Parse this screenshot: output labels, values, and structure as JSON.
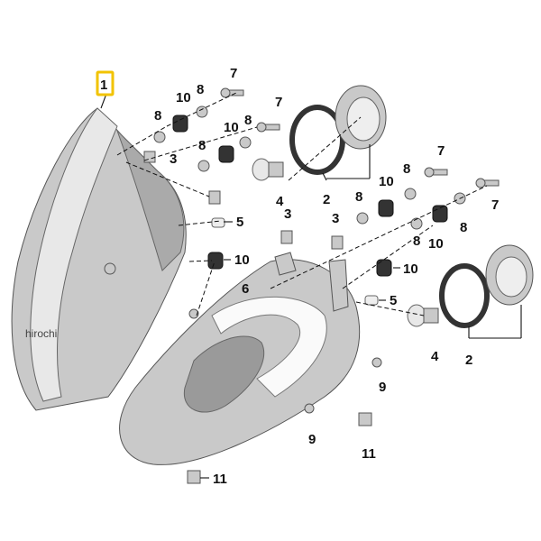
{
  "diagram": {
    "watermark": "hirochi",
    "highlighted_callout": "1",
    "highlight_color": "#f2c300",
    "callouts": [
      {
        "id": "c1",
        "label": "1"
      },
      {
        "id": "c7a",
        "label": "7"
      },
      {
        "id": "c10a",
        "label": "10"
      },
      {
        "id": "c8a",
        "label": "8"
      },
      {
        "id": "c7b",
        "label": "7"
      },
      {
        "id": "c8b",
        "label": "8"
      },
      {
        "id": "c10b",
        "label": "10"
      },
      {
        "id": "c8c",
        "label": "8"
      },
      {
        "id": "c3a",
        "label": "3"
      },
      {
        "id": "c8d",
        "label": "8"
      },
      {
        "id": "c4a",
        "label": "4"
      },
      {
        "id": "c2a",
        "label": "2"
      },
      {
        "id": "c7c",
        "label": "7"
      },
      {
        "id": "c10c",
        "label": "10"
      },
      {
        "id": "c8e",
        "label": "8"
      },
      {
        "id": "c8f",
        "label": "8"
      },
      {
        "id": "c7d",
        "label": "7"
      },
      {
        "id": "c3b",
        "label": "3"
      },
      {
        "id": "c3c",
        "label": "3"
      },
      {
        "id": "c5a",
        "label": "5"
      },
      {
        "id": "c8g",
        "label": "8"
      },
      {
        "id": "c10d",
        "label": "10"
      },
      {
        "id": "c8h",
        "label": "8"
      },
      {
        "id": "c10e",
        "label": "10"
      },
      {
        "id": "c10f",
        "label": "10"
      },
      {
        "id": "c6",
        "label": "6"
      },
      {
        "id": "c5b",
        "label": "5"
      },
      {
        "id": "c4b",
        "label": "4"
      },
      {
        "id": "c2b",
        "label": "2"
      },
      {
        "id": "c9a",
        "label": "9"
      },
      {
        "id": "c9b",
        "label": "9"
      },
      {
        "id": "c11a",
        "label": "11"
      },
      {
        "id": "c11b",
        "label": "11"
      }
    ]
  }
}
